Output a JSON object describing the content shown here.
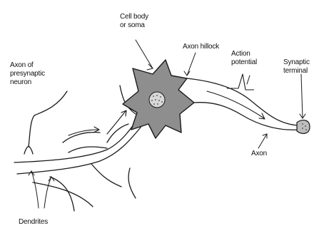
{
  "labels": {
    "cell_body": "Cell body\nor soma",
    "axon_hillock": "Axon hillock",
    "action_potential": "Action\npotential",
    "synaptic_terminal": "Synaptic\nterminal",
    "axon_presynaptic": "Axon of\npresynaptic\nneuron",
    "axon": "Axon",
    "dendrites": "Dendrites"
  },
  "colors": {
    "soma_fill": "#8e8e8e",
    "stroke": "#1a1a1a",
    "nucleus_fill": "#d8d8d8",
    "terminal_fill": "#bdbdbd"
  }
}
